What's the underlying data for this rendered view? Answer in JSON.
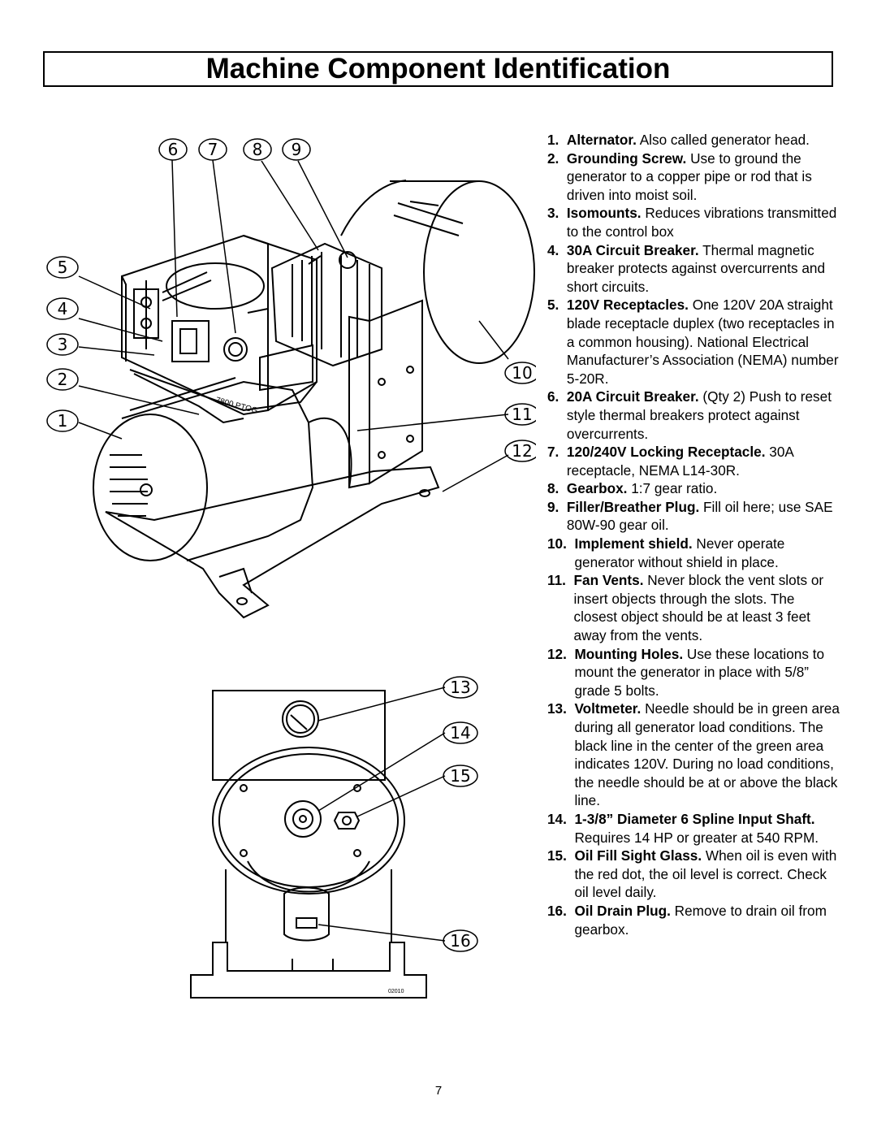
{
  "page": {
    "title": "Machine Component Identification",
    "page_number": "7"
  },
  "figure": {
    "callouts": [
      "1",
      "2",
      "3",
      "4",
      "5",
      "6",
      "7",
      "8",
      "9",
      "10",
      "11",
      "12",
      "13",
      "14",
      "15",
      "16"
    ],
    "nameplate_text": "7800 PTOG",
    "drawing_number": "02010"
  },
  "legend": [
    {
      "num": "1.",
      "term": "Alternator.",
      "desc": "Also called generator head."
    },
    {
      "num": "2.",
      "term": "Grounding Screw.",
      "desc": "Use to ground the generator to a copper pipe or rod that is driven into moist soil."
    },
    {
      "num": "3.",
      "term": "Isomounts.",
      "desc": "Reduces vibrations transmitted to the control box"
    },
    {
      "num": "4.",
      "term": "30A Circuit Breaker.",
      "desc": "Thermal magnetic breaker protects against overcurrents and short circuits."
    },
    {
      "num": "5.",
      "term": "120V Receptacles.",
      "desc": "One 120V 20A straight blade receptacle duplex (two receptacles in a common housing). National Electrical Manufacturer’s Association (NEMA) number 5-20R."
    },
    {
      "num": "6.",
      "term": "20A Circuit Breaker.",
      "desc": "(Qty 2) Push to reset style thermal breakers protect against overcurrents."
    },
    {
      "num": "7.",
      "term": "120/240V Locking Receptacle.",
      "desc": "30A receptacle, NEMA L14-30R."
    },
    {
      "num": "8.",
      "term": "Gearbox.",
      "desc": "1:7 gear ratio."
    },
    {
      "num": "9.",
      "term": "Filler/Breather Plug.",
      "desc": "Fill oil here; use SAE 80W-90 gear oil."
    },
    {
      "num": "10.",
      "term": "Implement shield.",
      "desc": "Never operate generator without shield in place."
    },
    {
      "num": "11.",
      "term": "Fan Vents.",
      "desc": "Never block the vent slots or insert objects through the slots. The closest object should be at least 3 feet away from the vents."
    },
    {
      "num": "12.",
      "term": "Mounting Holes.",
      "desc": "Use these locations to mount the generator in place with 5/8” grade 5 bolts."
    },
    {
      "num": "13.",
      "term": "Voltmeter.",
      "desc": "Needle should be in green area during all generator load conditions. The black line in the center of the green area indicates 120V. During no load conditions, the needle should be at or above the black line."
    },
    {
      "num": "14.",
      "term": "1-3/8” Diameter 6 Spline Input Shaft.",
      "desc": "Requires 14 HP or greater at 540 RPM."
    },
    {
      "num": "15.",
      "term": "Oil Fill Sight Glass.",
      "desc": "When oil is even with the red dot, the oil level is correct. Check oil level daily."
    },
    {
      "num": "16.",
      "term": "Oil Drain Plug.",
      "desc": "Remove to drain oil from gearbox."
    }
  ]
}
